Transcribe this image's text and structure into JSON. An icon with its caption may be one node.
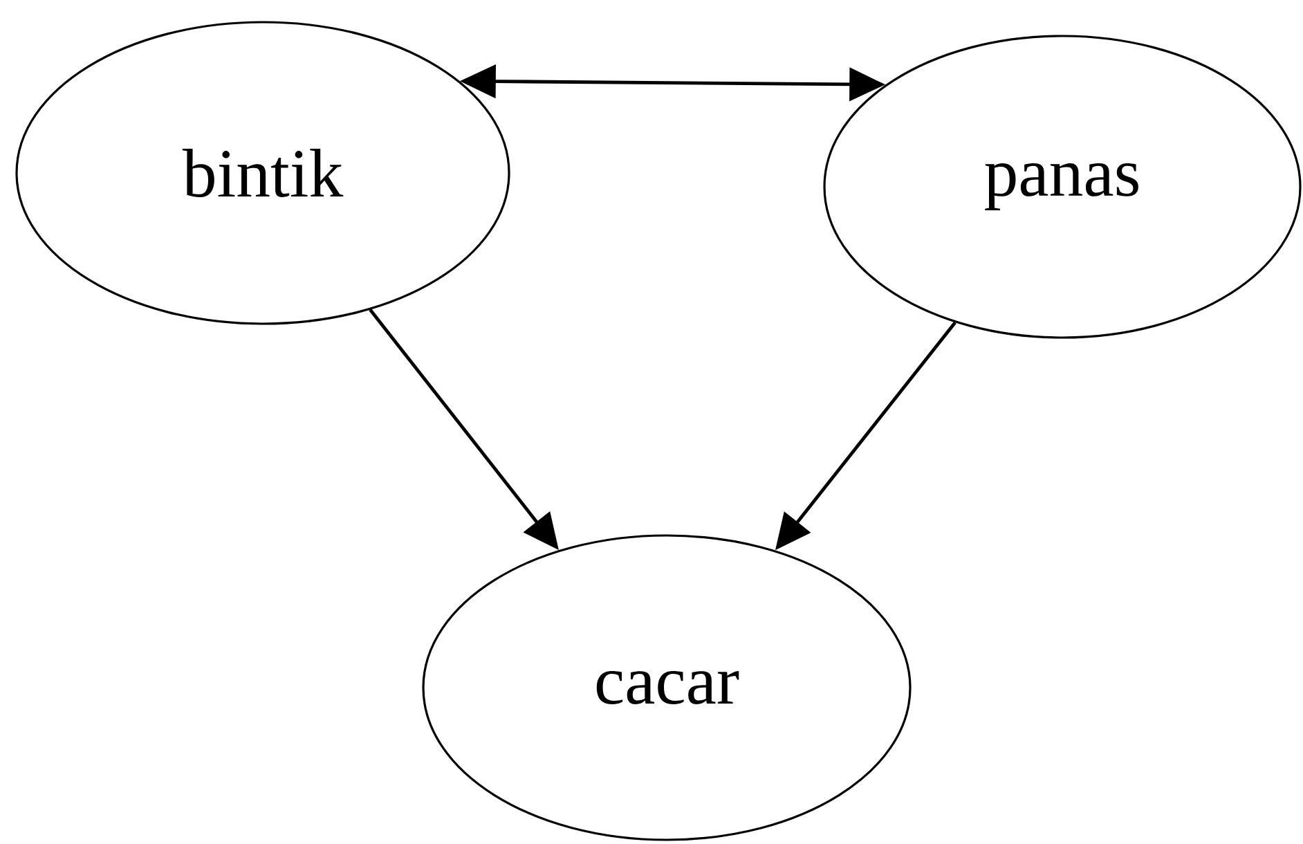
{
  "diagram": {
    "nodes": [
      {
        "text": [
          "bintik"
        ]
      },
      {
        "text": [
          "panas"
        ]
      },
      {
        "text": [
          "cacar"
        ]
      }
    ],
    "edges": [
      {
        "from": 0,
        "to": 1,
        "arrow": "both"
      },
      {
        "from": 0,
        "to": 2,
        "arrow": "to"
      },
      {
        "from": 1,
        "to": 2,
        "arrow": "to"
      }
    ]
  }
}
